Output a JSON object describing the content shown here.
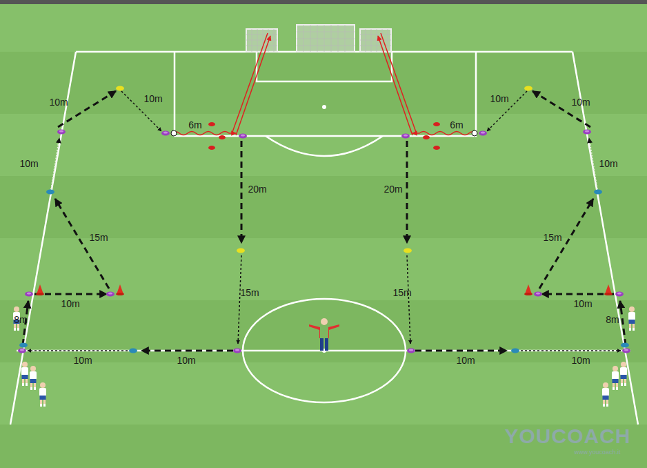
{
  "diagram": {
    "labels": [
      "10m",
      "10m",
      "10m",
      "10m",
      "6m",
      "6m",
      "10m",
      "10m",
      "20m",
      "20m",
      "15m",
      "15m",
      "15m",
      "15m",
      "10m",
      "10m",
      "8m",
      "8m",
      "10m",
      "10m",
      "10m",
      "10m",
      "YOUCOACH",
      "www.youcoach.it"
    ]
  }
}
